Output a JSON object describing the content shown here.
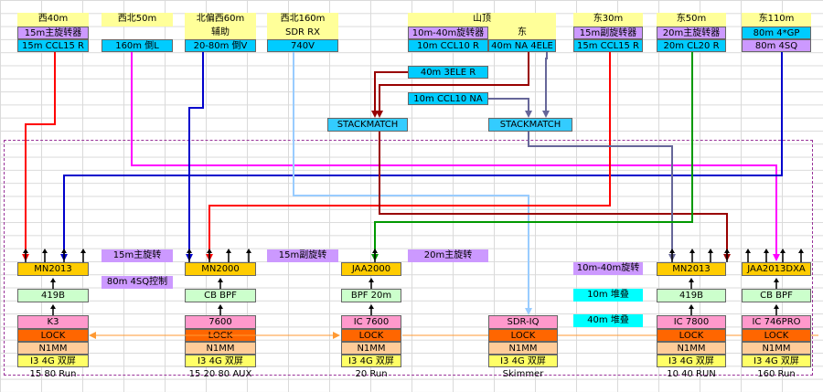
{
  "antennas": {
    "west40": {
      "title": "西40m",
      "rot": "15m主旋转器",
      "cable": "15m CCL15 R"
    },
    "nw50": {
      "title": "西北50m",
      "item": "160m 倒L"
    },
    "nnw60": {
      "title": "北偏西60m",
      "sub": "辅助",
      "item": "20-80m 倒V"
    },
    "nw160": {
      "title": "西北160m",
      "sub": "SDR RX",
      "item": "740V"
    },
    "summit": {
      "title": "山顶",
      "rot": "10m-40m旋转器",
      "east": "东",
      "cable1": "10m CCL10 R",
      "cable2": "40m NA 4ELE"
    },
    "east30": {
      "title": "东30m",
      "rot": "15m副旋转器",
      "cable": "15m CCL15 R"
    },
    "east50": {
      "title": "东50m",
      "rot": "20m主旋转器",
      "cable": "20m CL20 R"
    },
    "east110": {
      "title": "东110m",
      "item1": "80m 4*GP",
      "item2": "80m 4SQ"
    }
  },
  "mid_labels": {
    "ele3": "40m 3ELE R",
    "ccl10na": "10m CCL10 NA",
    "stack1": "STACKMATCH",
    "stack2": "STACKMATCH"
  },
  "notes": {
    "rot15main": "15m主旋转",
    "sq80ctrl": "80m 4SQ控制",
    "rot15sub": "15m副旋转",
    "rot20main": "20m主旋转",
    "rot1040": "10m-40m旋转",
    "stack10": "10m 堆叠",
    "stack40": "40m 堆叠"
  },
  "stations": [
    {
      "switch": "MN2013",
      "filter": "419B",
      "radio": "K3",
      "lock": "LOCK",
      "log": "N1MM",
      "pc": "I3 4G 双屏",
      "name": "15 80 Run"
    },
    {
      "switch": "MN2000",
      "filter": "CB BPF",
      "radio": "7600",
      "lock": "LOCK",
      "log": "N1MM",
      "pc": "I3 4G 双屏",
      "name": "15 20 80 AUX"
    },
    {
      "switch": "JAA2000",
      "filter": "BPF 20m",
      "radio": "IC 7600",
      "lock": "LOCK",
      "log": "N1MM",
      "pc": "I3 4G 双屏",
      "name": "20 Run"
    },
    {
      "switch": "",
      "filter": "",
      "radio": "SDR-IQ",
      "lock": "LOCK",
      "log": "N1MM",
      "pc": "I3 4G 双屏",
      "name": "Skimmer"
    },
    {
      "switch": "MN2013",
      "filter": "419B",
      "radio": "IC 7800",
      "lock": "LOCK",
      "log": "N1MM",
      "pc": "I3 4G 双屏",
      "name": "10 40 RUN"
    },
    {
      "switch": "JAA2013DXA",
      "filter": "CB BPF",
      "radio": "IC 746PRO",
      "lock": "LOCK",
      "log": "N1MM",
      "pc": "I3 4G 双屏",
      "name": "160 Run"
    }
  ],
  "colors": {
    "red": "#ff0000",
    "magenta": "#ff00ff",
    "blue": "#0000cc",
    "lightblue": "#99ccff",
    "darkred": "#990000",
    "green": "#009900",
    "slate": "#666699",
    "orange": "#ff9933"
  }
}
